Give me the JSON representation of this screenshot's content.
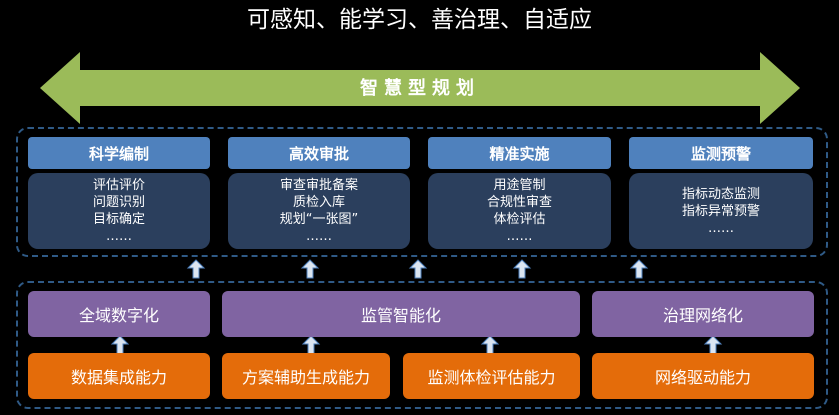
{
  "title": "可感知、能学习、善治理、自适应",
  "banner": "智慧型规划",
  "colors": {
    "banner_green": "#9bbb59",
    "head_blue": "#4f81bd",
    "body_navy": "#2b3f5d",
    "purple": "#8064a2",
    "orange": "#e46c0a",
    "dash_border": "#2f5a86"
  },
  "columns": [
    {
      "head": "科学编制",
      "lines": [
        "评估评价",
        "问题识别",
        "目标确定",
        "……"
      ]
    },
    {
      "head": "高效审批",
      "lines": [
        "审查审批备案",
        "质检入库",
        "规划“一张图”",
        "……"
      ]
    },
    {
      "head": "精准实施",
      "lines": [
        "用途管制",
        "合规性审查",
        "体检评估",
        "……"
      ]
    },
    {
      "head": "监测预警",
      "lines": [
        "指标动态监测",
        "指标异常预警",
        "……"
      ]
    }
  ],
  "middle": [
    "全域数字化",
    "监管智能化",
    "治理网络化"
  ],
  "bottom": [
    "数据集成能力",
    "方案辅助生成能力",
    "监测体检评估能力",
    "网络驱动能力"
  ]
}
